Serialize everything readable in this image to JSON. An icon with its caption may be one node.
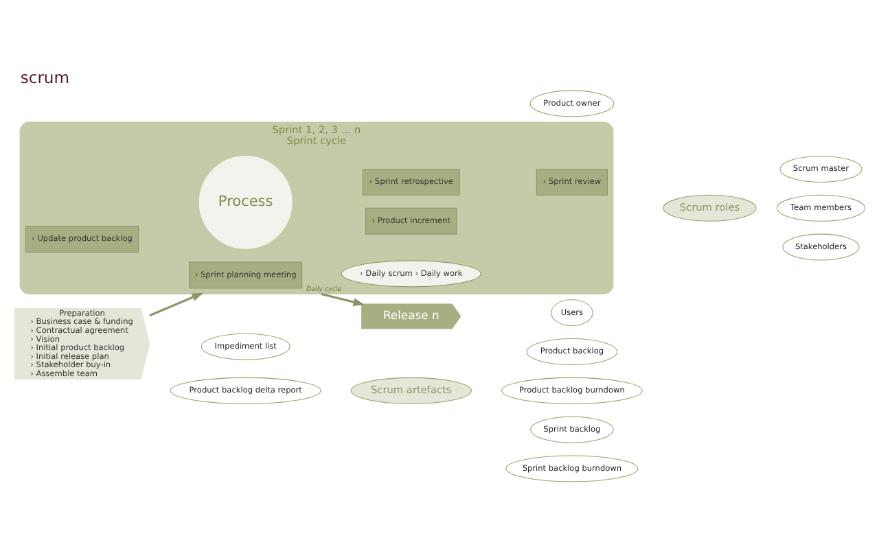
{
  "diagram": {
    "title": "scrum",
    "nodes": [
      {
        "text": [
          "Sprint 1, 2, 3 … n",
          "Sprint cycle"
        ]
      },
      {
        "text": [
          "› Sprint planning meeting"
        ],
        "in": 0
      },
      {
        "text": [
          "› Daily scrum › Daily work"
        ],
        "beside": [
          "Daily cycle"
        ],
        "in": 0
      },
      {
        "text": [
          "› Product increment"
        ],
        "in": 0
      },
      {
        "text": [
          "› Sprint review"
        ],
        "in": 0
      },
      {
        "text": [
          "› Sprint retrospective"
        ],
        "in": 0
      },
      {
        "text": [
          "› Update product backlog"
        ],
        "in": 0
      },
      {
        "text": [
          "Process"
        ],
        "in": 0
      },
      {
        "text": [
          "Preparation",
          "› Business case & funding",
          "› Contractual agreement",
          "› Vision",
          "› Initial product backlog",
          "› Initial release plan",
          "› Stakeholder buy-in",
          "› Assemble team"
        ]
      },
      {
        "text": [
          "Release n"
        ]
      },
      {
        "text": [
          "Scrum artefacts"
        ]
      },
      {
        "text": [
          "Product backlog"
        ]
      },
      {
        "text": [
          "Impediment list"
        ]
      },
      {
        "text": [
          "Product backlog burndown"
        ]
      },
      {
        "text": [
          "Product backlog delta report"
        ]
      },
      {
        "text": [
          "Sprint backlog"
        ]
      },
      {
        "text": [
          "Sprint backlog burndown"
        ]
      },
      {
        "text": [
          "Scrum roles"
        ]
      },
      {
        "text": [
          "Product owner"
        ]
      },
      {
        "text": [
          "Scrum master"
        ]
      },
      {
        "text": [
          "Users"
        ]
      },
      {
        "text": [
          "Team members"
        ]
      },
      {
        "text": [
          "Stakeholders"
        ]
      }
    ],
    "edges": [
      {
        "from": 8,
        "to": 0,
        "arrow": "to"
      },
      {
        "from": 0,
        "to": 9,
        "arrow": "to"
      }
    ]
  }
}
